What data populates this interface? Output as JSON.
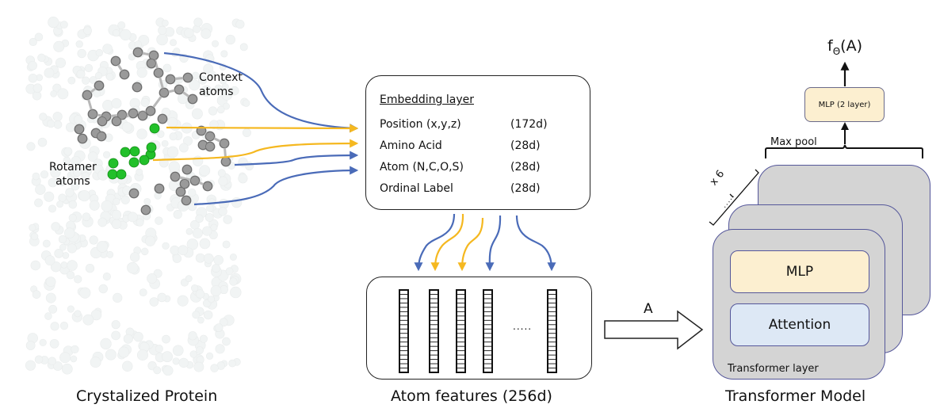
{
  "protein_panel": {
    "context_label_line1": "Context",
    "context_label_line2": "atoms",
    "rotamer_label_line1": "Rotamer",
    "rotamer_label_line2": "atoms",
    "caption": "Crystalized Protein"
  },
  "embedding_layer": {
    "title": "Embedding layer",
    "rows": [
      {
        "label": "Position (x,y,z)",
        "dim": "(172d)"
      },
      {
        "label": "Amino Acid",
        "dim": "(28d)"
      },
      {
        "label": "Atom (N,C,O,S)",
        "dim": "(28d)"
      },
      {
        "label": "Ordinal Label",
        "dim": "(28d)"
      }
    ]
  },
  "atom_features": {
    "ellipsis": ".....",
    "caption": "Atom features (256d)",
    "vector_count": 5
  },
  "input_arrow": {
    "label": "A"
  },
  "transformer": {
    "output_label": "f",
    "output_subscript": "Θ",
    "output_arg": "(A)",
    "head_label": "MLP (2 layer)",
    "pool_label": "Max pool",
    "repeat_label": "x 6",
    "repeat_ellipsis": ".....",
    "mlp_label": "MLP",
    "attention_label": "Attention",
    "layer_label": "Transformer layer",
    "caption": "Transformer Model"
  },
  "colors": {
    "context_arrow": "#4a6bb8",
    "rotamer_arrow": "#f5b820",
    "rotamer_atom": "#22c02a",
    "context_atom": "#9a9a9a",
    "card_fill": "#d4d4d4",
    "card_border": "#55579a",
    "mlp_fill": "#fcefd0",
    "attention_fill": "#dde8f5"
  }
}
